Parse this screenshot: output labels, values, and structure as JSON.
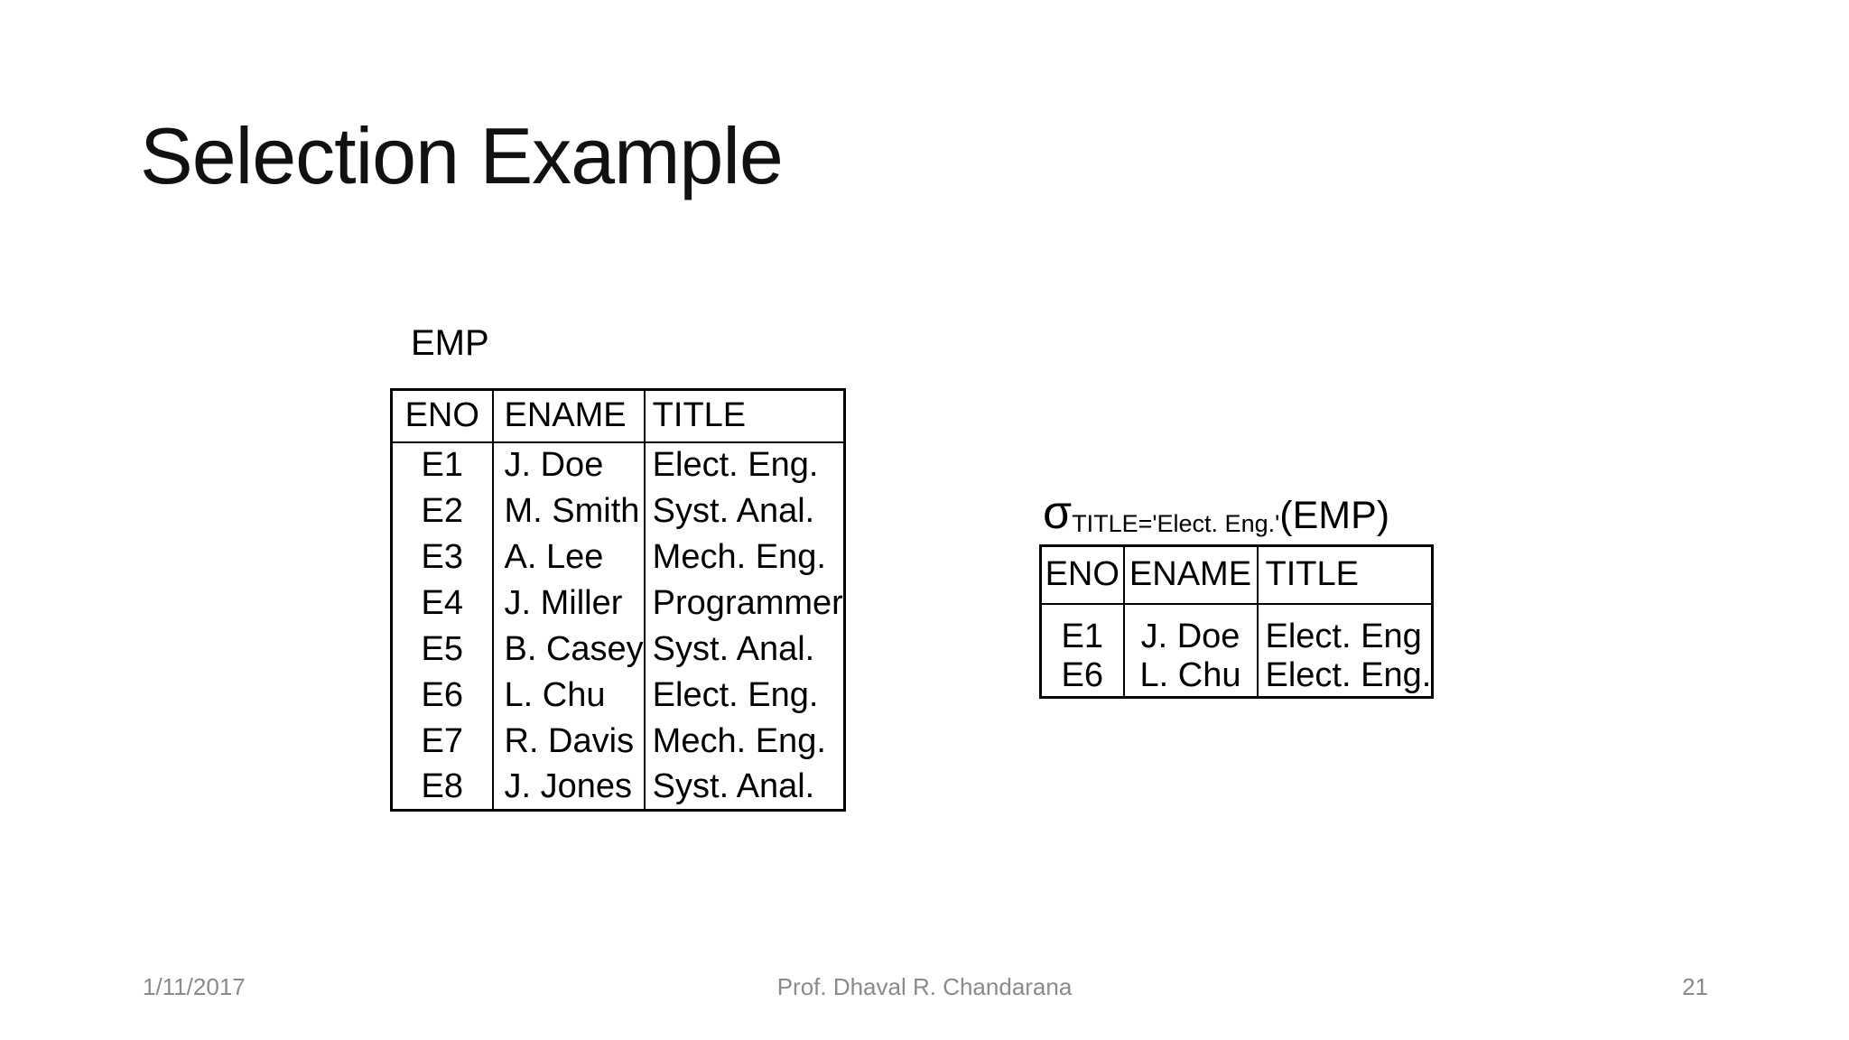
{
  "slide": {
    "title": "Selection Example",
    "emp_label": "EMP",
    "sigma_expression": {
      "operator": "σ",
      "subscript": "TITLE='Elect. Eng.'",
      "operand": "(EMP)"
    },
    "emp_table": {
      "headers": [
        "ENO",
        "ENAME",
        "TITLE"
      ],
      "rows": [
        [
          "E1",
          "J. Doe",
          "Elect. Eng."
        ],
        [
          "E2",
          "M. Smith",
          "Syst. Anal."
        ],
        [
          "E3",
          "A. Lee",
          "Mech. Eng."
        ],
        [
          "E4",
          "J. Miller",
          "Programmer"
        ],
        [
          "E5",
          "B. Casey",
          "Syst. Anal."
        ],
        [
          "E6",
          "L. Chu",
          "Elect. Eng."
        ],
        [
          "E7",
          "R. Davis",
          "Mech. Eng."
        ],
        [
          "E8",
          "J. Jones",
          "Syst. Anal."
        ]
      ]
    },
    "result_table": {
      "headers": [
        "ENO",
        "ENAME",
        "TITLE"
      ],
      "rows": [
        [
          "E1",
          "J. Doe",
          "Elect. Eng"
        ],
        [
          "E6",
          "L. Chu",
          "Elect. Eng."
        ]
      ]
    },
    "footer": {
      "date": "1/11/2017",
      "author": "Prof. Dhaval R. Chandarana",
      "page_number": "21"
    }
  },
  "colors": {
    "background": "#ffffff",
    "text": "#000000",
    "title_text": "#111111",
    "footer_text": "#8a8a8a",
    "table_border": "#000000"
  }
}
